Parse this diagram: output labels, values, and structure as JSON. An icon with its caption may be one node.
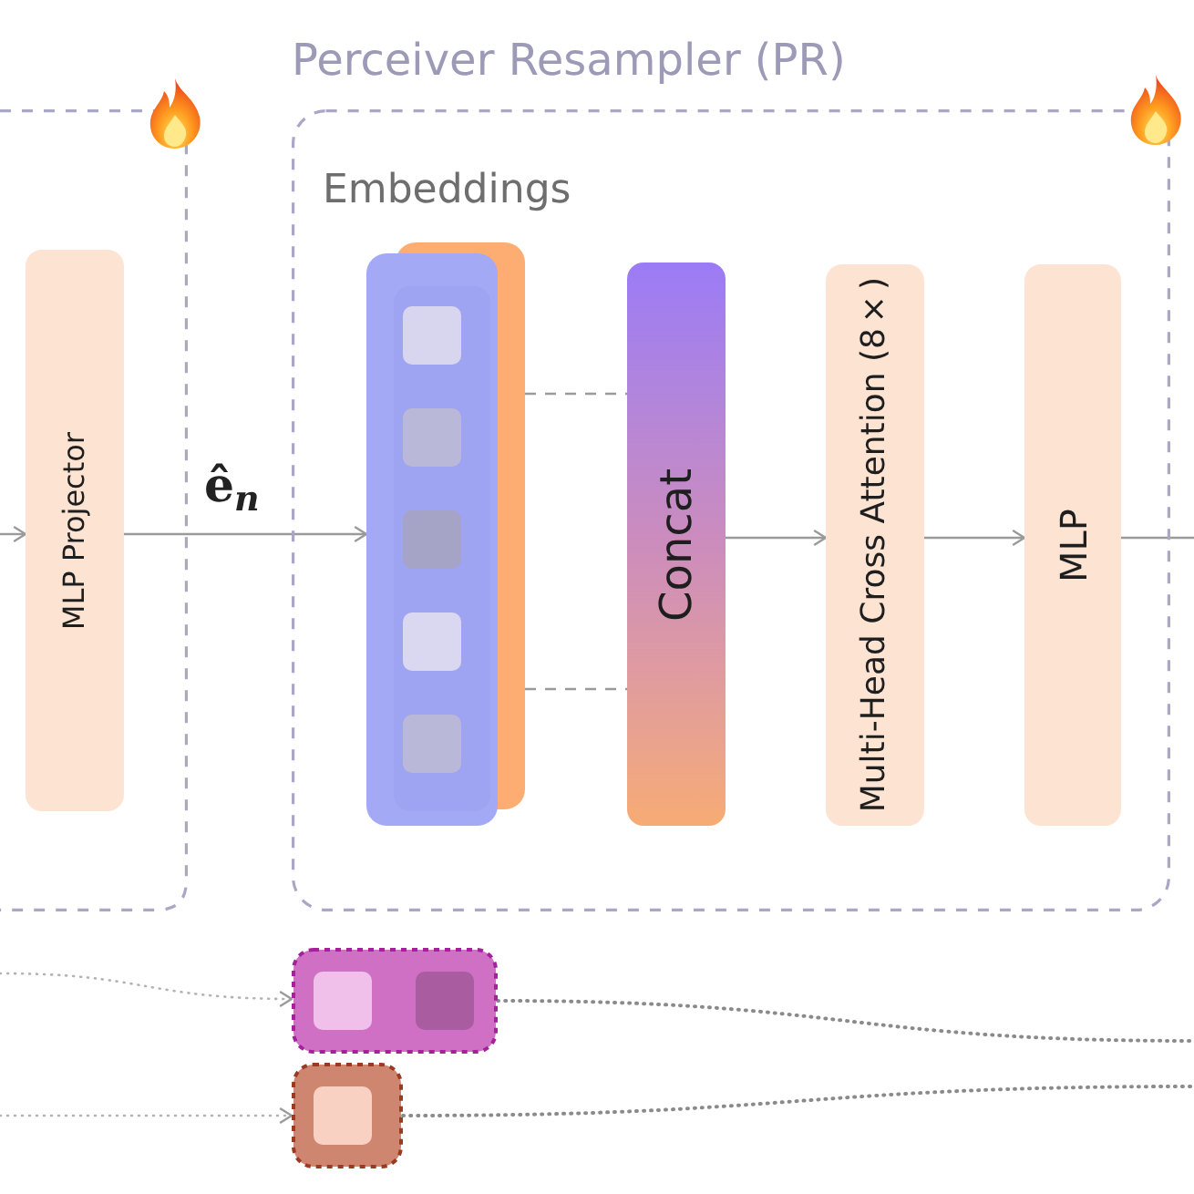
{
  "diagram": {
    "nodes": [
      {
        "text": [],
        "shape": "box"
      },
      {
        "text": [
          "MLP Projector"
        ],
        "in": 0
      },
      {
        "text": [
          "Perceiver Resampler (PR)"
        ]
      },
      {
        "text": [],
        "shape": "box",
        "in": 2
      },
      {
        "text": [
          "Concat"
        ],
        "in": 2
      },
      {
        "text": [
          "Multi-Head Cross Attention (8×)"
        ],
        "in": 2
      },
      {
        "text": [
          "MLP"
        ],
        "in": 2
      },
      {
        "text": [],
        "shape": "box"
      },
      {
        "text": [],
        "shape": "box"
      }
    ],
    "edges": [
      {
        "from": null,
        "to": 1,
        "arrow": "to"
      },
      {
        "from": 1,
        "to": 3,
        "arrow": "to",
        "label": "ê$_{n}$"
      },
      {
        "from": 3,
        "to": 4,
        "arrow": "none",
        "style": "dashed"
      },
      {
        "from": 3,
        "to": 4,
        "arrow": "none",
        "style": "dashed"
      },
      {
        "from": 4,
        "to": 5,
        "arrow": "to"
      },
      {
        "from": 5,
        "to": 6,
        "arrow": "to"
      },
      {
        "from": 6,
        "to": null,
        "arrow": "none"
      },
      {
        "from": null,
        "to": 7,
        "arrow": "to",
        "style": "dashed"
      },
      {
        "from": 7,
        "to": null,
        "arrow": "none",
        "style": "dashed"
      },
      {
        "from": null,
        "to": 8,
        "arrow": "to",
        "style": "dashed"
      },
      {
        "from": 8,
        "to": null,
        "arrow": "none",
        "style": "dashed"
      }
    ],
    "labels": [
      "Embeddings"
    ]
  }
}
